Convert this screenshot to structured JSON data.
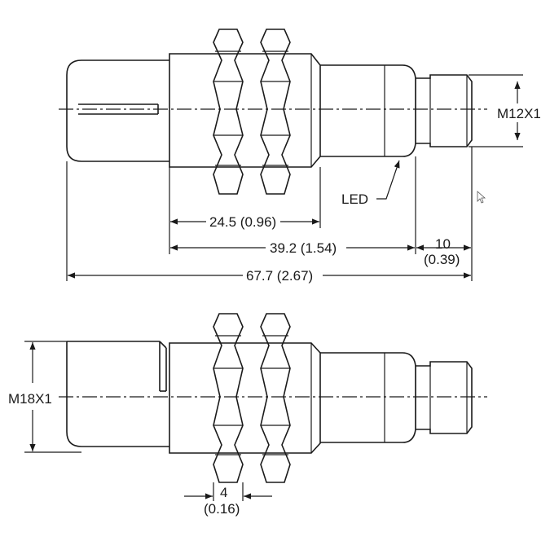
{
  "top_view": {
    "thread_label": "M12X1",
    "led_label": "LED",
    "dim_nut_span": "24.5 (0.96)",
    "dim_body_length": "39.2 (1.54)",
    "dim_connector_length_top": "10",
    "dim_connector_length_bottom": "(0.39)",
    "dim_overall_length": "67.7 (2.67)"
  },
  "bottom_view": {
    "thread_label": "M18X1",
    "dim_nut_thickness_top": "4",
    "dim_nut_thickness_bottom": "(0.16)"
  }
}
